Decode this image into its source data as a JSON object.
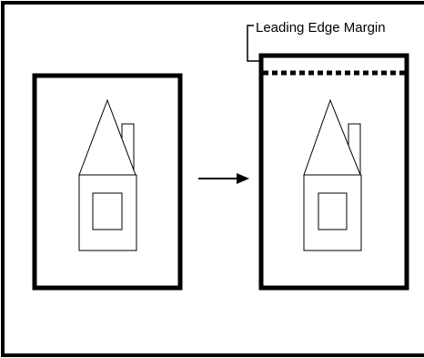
{
  "diagram": {
    "callout_label": "Leading Edge Margin",
    "colors": {
      "stroke": "#000000",
      "background": "#ffffff"
    },
    "panels": [
      {
        "name": "original-page",
        "content": "house-icon",
        "margin_line": false
      },
      {
        "name": "result-page",
        "content": "house-icon",
        "margin_line": true
      }
    ],
    "connector": "right-arrow-icon"
  }
}
